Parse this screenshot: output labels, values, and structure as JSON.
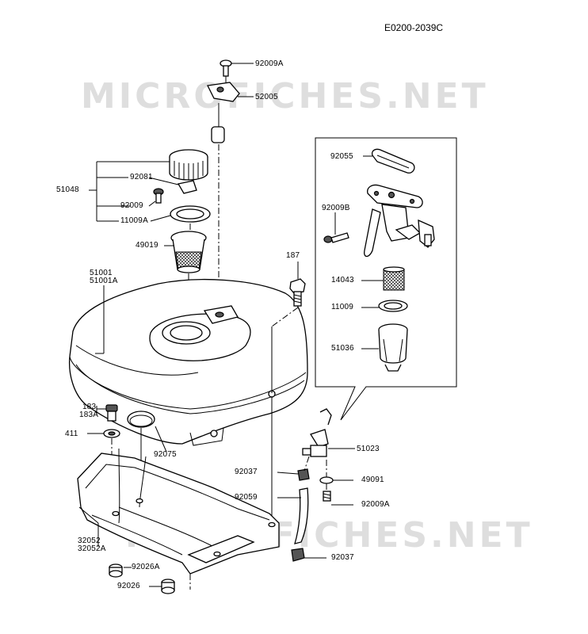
{
  "drawing_ref": "E0200-2039C",
  "watermark_top": "MICROFICHES.NET",
  "watermark_bottom": "MICROFICHES.NET",
  "labels": {
    "p92009A_top": "92009A",
    "p52005": "52005",
    "p92081": "92081",
    "p51048": "51048",
    "p92009": "92009",
    "p11009A": "11009A",
    "p49019": "49019",
    "p51001": "51001",
    "p51001A": "51001A",
    "p187": "187",
    "p183": "183",
    "p183A": "183A",
    "p411": "411",
    "p92075": "92075",
    "p32052": "32052",
    "p32052A": "32052A",
    "p92026A": "92026A",
    "p92026": "92026",
    "p92055": "92055",
    "p92009B": "92009B",
    "p14043": "14043",
    "p11009": "11009",
    "p51036": "51036",
    "p51023": "51023",
    "p92037_top": "92037",
    "p49091": "49091",
    "p92059": "92059",
    "p92009A_bottom": "92009A",
    "p92037_bottom": "92037"
  }
}
